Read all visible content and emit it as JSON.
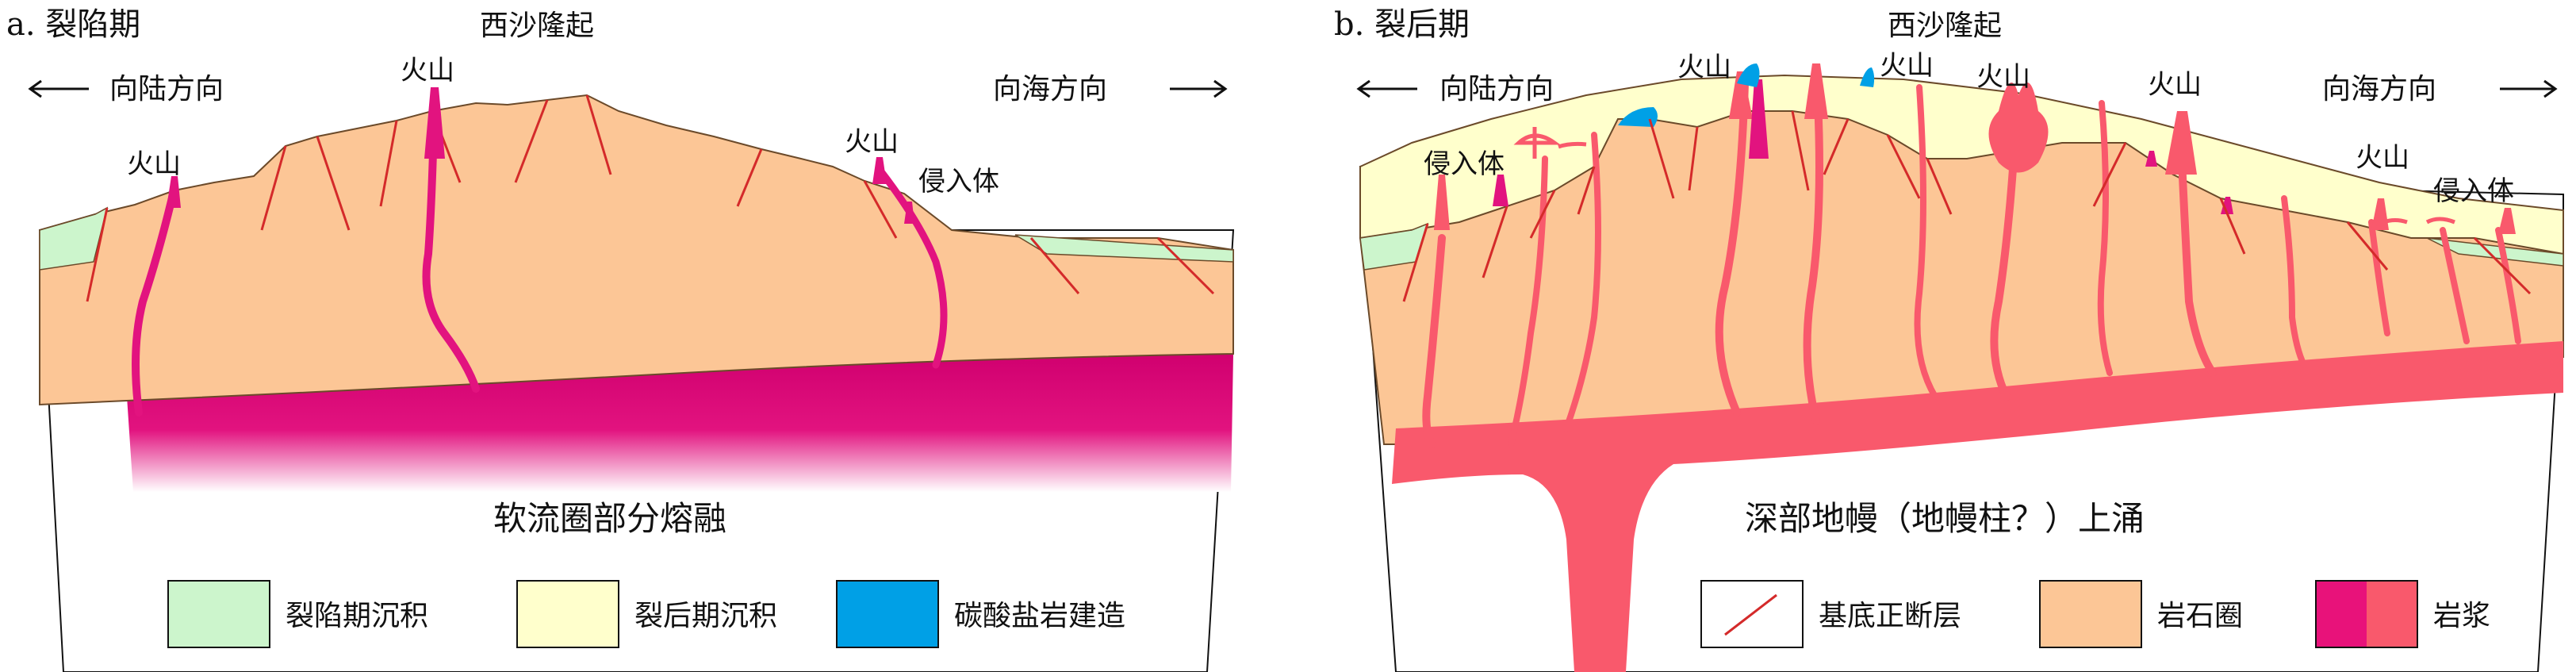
{
  "panel_a": {
    "title": "a. 裂陷期",
    "label_landward": "向陆方向",
    "label_seaward": "向海方向",
    "label_uplift": "西沙隆起",
    "label_volcano_1": "火山",
    "label_volcano_2": "火山",
    "label_volcano_3": "火山",
    "label_intrusion": "侵入体",
    "label_bottom": "软流圈部分熔融",
    "legend": [
      {
        "label": "裂陷期沉积",
        "color": "#ccf5cc"
      },
      {
        "label": "裂后期沉积",
        "color": "#ffffcc"
      },
      {
        "label": "碳酸盐岩建造",
        "color": "#00a0e6"
      }
    ]
  },
  "panel_b": {
    "title": "b. 裂后期",
    "label_landward": "向陆方向",
    "label_seaward": "向海方向",
    "label_uplift": "西沙隆起",
    "label_volcano_1": "火山",
    "label_volcano_2": "火山",
    "label_volcano_3": "火山",
    "label_volcano_4": "火山",
    "label_volcano_5": "火山",
    "label_intrusion_1": "侵入体",
    "label_intrusion_2": "侵入体",
    "label_bottom": "深部地幔（地幔柱？）上涌",
    "legend": [
      {
        "label": "基底正断层",
        "color": "#d42a2a"
      },
      {
        "label": "岩石圈",
        "color": "#fcc696"
      },
      {
        "label": "岩浆",
        "color": "#e8127a",
        "color2": "#f9596c"
      }
    ]
  },
  "colors": {
    "lithosphere": "#fcc696",
    "synrift": "#ccf5cc",
    "postrift": "#ffffcc",
    "carbonate": "#00a0e6",
    "magma_a": "#e2137f",
    "magma_b": "#f9596c",
    "fault": "#d42a2a"
  }
}
